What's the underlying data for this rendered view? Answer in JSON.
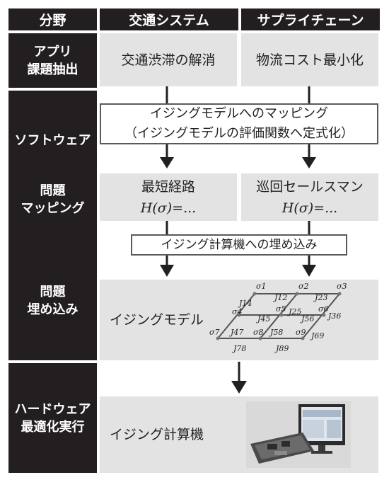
{
  "header": {
    "field": "分野",
    "traffic": "交通システム",
    "supply": "サプライチェーン"
  },
  "rows": {
    "app": "アプリ\n課題抽出",
    "software": "ソフトウェア",
    "mapping": "問題\nマッピング",
    "embedding": "問題\n埋め込み",
    "hardware": "ハードウェア\n最適化実行"
  },
  "app_boxes": {
    "traffic": "交通渋滞の解消",
    "supply": "物流コスト最小化"
  },
  "software_box": {
    "line1": "イジングモデルへのマッピング",
    "line2": "（イジングモデルの評価関数へ定式化）"
  },
  "mapping_boxes": {
    "left_title": "最短経路",
    "right_title": "巡回セールスマン",
    "hamiltonian": "H(σ)=..."
  },
  "embedding_step": "イジング計算機への埋め込み",
  "ising_model_label": "イジングモデル",
  "ising_machine_label": "イジング計算機",
  "lattice": {
    "spins": [
      "σ1",
      "σ2",
      "σ3",
      "σ4",
      "σ5",
      "σ6",
      "σ7",
      "σ8",
      "σ9"
    ],
    "couplings": [
      "J12",
      "J23",
      "J14",
      "J45",
      "J25",
      "J56",
      "J36",
      "J47",
      "J58",
      "J69",
      "J78",
      "J89"
    ]
  },
  "colors": {
    "dark": "#231f20",
    "grey_box": "#e3e3e3"
  }
}
